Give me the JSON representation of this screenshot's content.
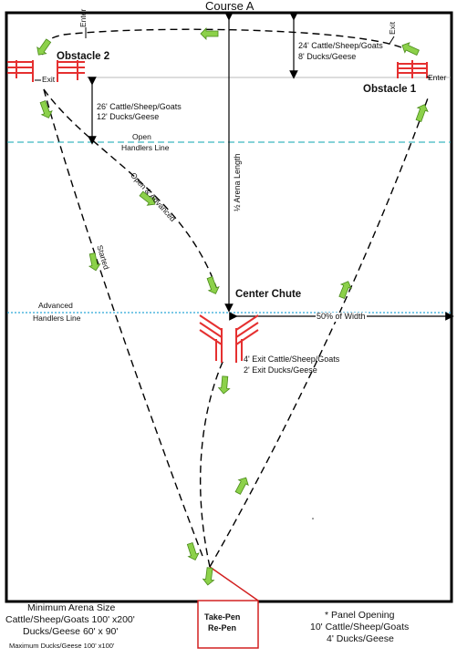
{
  "title": "Course A",
  "obstacles": {
    "obstacle_1": "Obstacle 1",
    "obstacle_2": "Obstacle 2",
    "center_chute": "Center Chute"
  },
  "labels": {
    "enter_top_left": "Enter",
    "exit_top_right": "Exit",
    "exit_left": "Exit",
    "enter_right": "Enter",
    "dist_top_line1": "24' Cattle/Sheep/Goats",
    "dist_top_line2": "8'      Ducks/Geese",
    "dist_left_line1": "26'  Cattle/Sheep/Goats",
    "dist_left_line2": "12'       Ducks/Geese",
    "open_handlers_line1": "Open",
    "open_handlers_line2": "Handlers Line",
    "arena_length": "½ Arena Length",
    "open_advanced": "Open & Advanced",
    "started": "Started",
    "advanced_handlers_line1": "Advanced",
    "advanced_handlers_line2": "Handlers Line",
    "width_50": "50% of Width",
    "exit_line1": "4' Exit Cattle/Sheep/Goats",
    "exit_line2": "2' Exit      Ducks/Geese",
    "take_pen_1": "Take-Pen",
    "take_pen_2": "Re-Pen"
  },
  "footer": {
    "left_1": "Minimum Arena Size",
    "left_2": "Cattle/Sheep/Goats 100' x200'",
    "left_3": "Ducks/Geese 60' x 90'",
    "left_4": "Maximum Ducks/Geese 100' x100'",
    "right_1": "* Panel Opening",
    "right_2": "10' Cattle/Sheep/Goats",
    "right_3": "4' Ducks/Geese"
  },
  "colors": {
    "arena_border": "#000000",
    "obstacle": "#e53030",
    "handler_line_open": "#3cb8c0",
    "handler_line_advanced": "#2aa6d6",
    "arrow_fill": "#8cd14a",
    "arrow_stroke": "#4a8a1a",
    "take_pen": "#d22020"
  }
}
